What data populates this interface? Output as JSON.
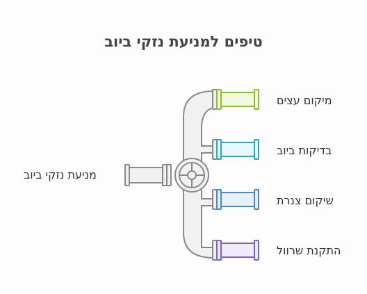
{
  "title": "טיפים למניעת נזקי ביוב",
  "source_label": "מניעת נזקי ביוב",
  "branches": [
    {
      "label": "מיקום עצים",
      "color": "#8fbf2f",
      "fill": "#f3f9dc"
    },
    {
      "label": "בדיקות ביוב",
      "color": "#29a8c4",
      "fill": "#e6f8fb"
    },
    {
      "label": "שיקום צנרת",
      "color": "#4a86d0",
      "fill": "#e8f0fb"
    },
    {
      "label": "התקנת שרוול",
      "color": "#7c5ed6",
      "fill": "#efebfb"
    }
  ],
  "pipe_color": "#8a8a8a",
  "pipe_fill": "#f1f1f1"
}
